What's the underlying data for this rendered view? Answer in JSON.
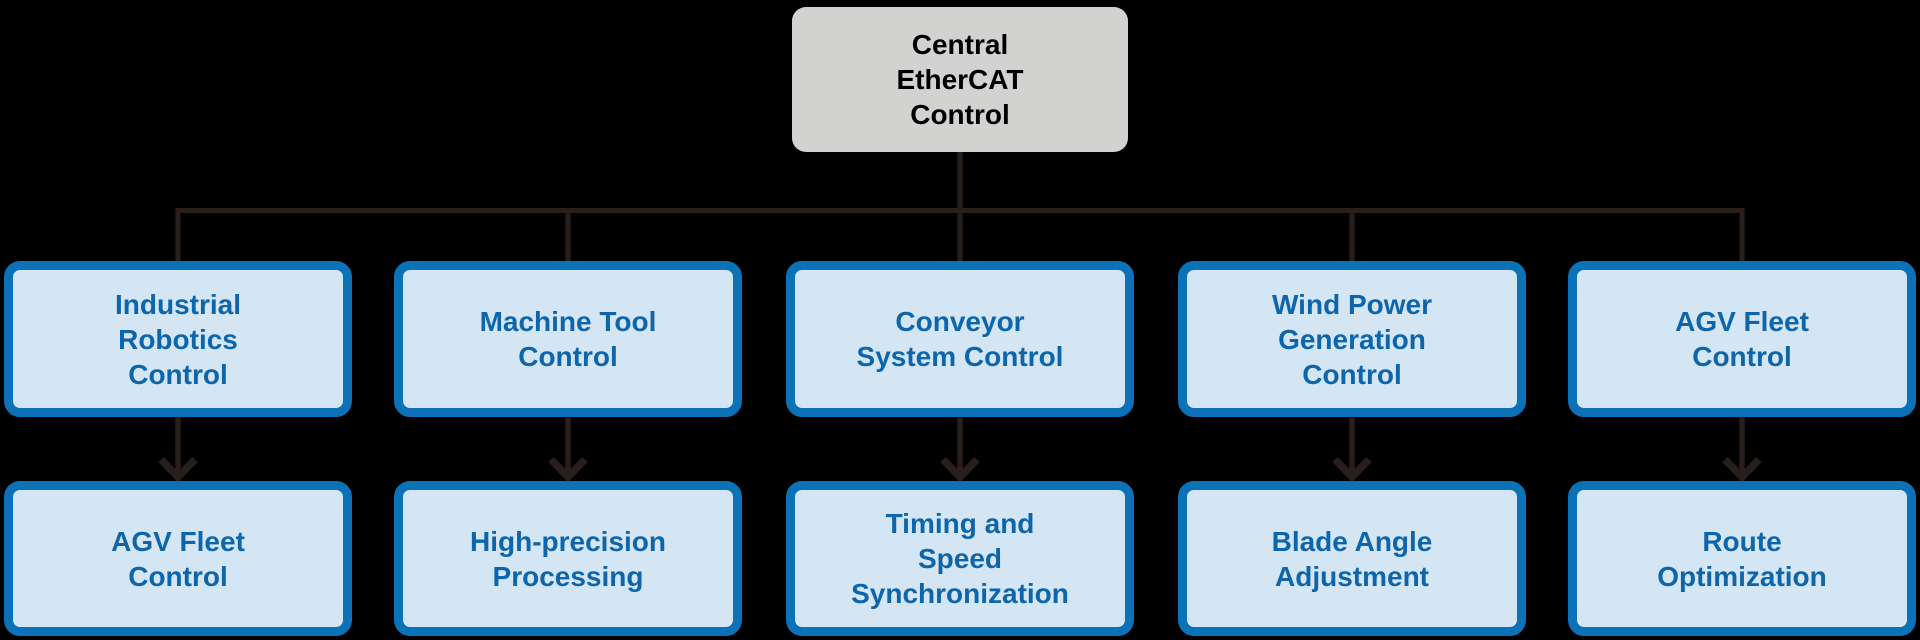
{
  "diagram": {
    "root": {
      "label": "Central\nEtherCAT\nControl"
    },
    "columns": [
      {
        "level2": "Industrial\nRobotics\nControl",
        "level3": "AGV Fleet\nControl"
      },
      {
        "level2": "Machine Tool\nControl",
        "level3": "High-precision\nProcessing"
      },
      {
        "level2": "Conveyor\nSystem Control",
        "level3": "Timing and\nSpeed\nSynchronization"
      },
      {
        "level2": "Wind Power\nGeneration\nControl",
        "level3": "Blade Angle\nAdjustment"
      },
      {
        "level2": "AGV Fleet\nControl",
        "level3": "Route\nOptimization"
      }
    ]
  },
  "colors": {
    "background": "#000000",
    "root_fill": "#d2d2d1",
    "root_text": "#000000",
    "node_fill": "#d4e5f3",
    "node_border": "#0c72b8",
    "node_text": "#0d66ac",
    "connector": "#281f1b"
  }
}
